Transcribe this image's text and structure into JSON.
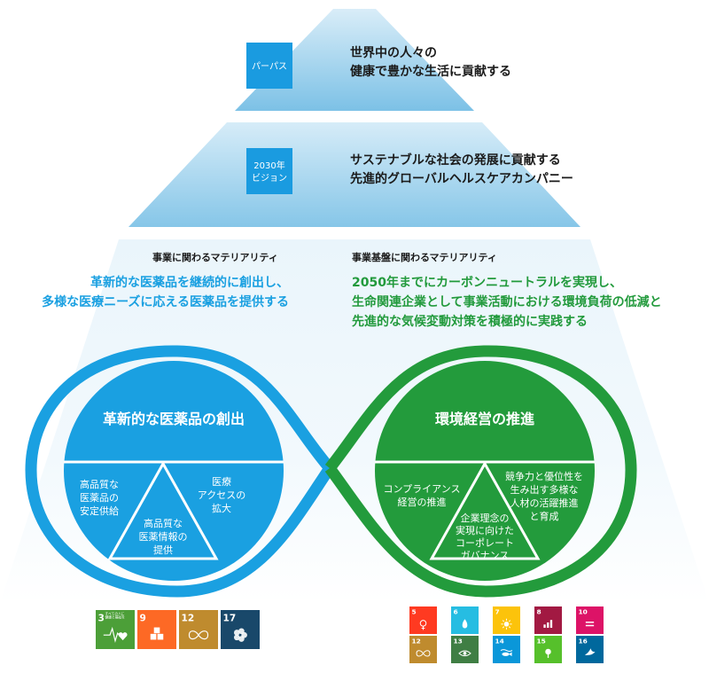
{
  "pyramid": {
    "purpose": {
      "tag": "パーパス",
      "lines": [
        "世界中の人々の",
        "健康で豊かな生活に貢献する"
      ]
    },
    "vision": {
      "tag_lines": [
        "2030年",
        "ビジョン"
      ],
      "lines": [
        "サステナブルな社会の発展に貢献する",
        "先進的グローバルヘルスケアカンパニー"
      ]
    }
  },
  "materiality": {
    "business": {
      "label": "事業に関わるマテリアリティ",
      "lines": [
        "革新的な医薬品を継続的に創出し、",
        "多様な医療ニーズに応える医薬品を提供する"
      ]
    },
    "foundation": {
      "label": "事業基盤に関わるマテリアリティ",
      "lines": [
        "2050年までにカーボンニュートラルを実現し、",
        "生命関連企業として事業活動における環境負荷の低減と",
        "先進的な気候変動対策を積極的に実践する"
      ]
    }
  },
  "left_circle": {
    "title": "革新的な医薬品の創出",
    "left_seg": [
      "高品質な",
      "医薬品の",
      "安定供給"
    ],
    "right_seg": [
      "医療",
      "アクセスの",
      "拡大"
    ],
    "bottom_seg": [
      "高品質な",
      "医薬情報の",
      "提供"
    ]
  },
  "right_circle": {
    "title": "環境経営の推進",
    "left_seg": [
      "コンプライアンス",
      "経営の推進"
    ],
    "right_seg": [
      "競争力と優位性を",
      "生み出す多様な",
      "人材の活躍推進",
      "と育成"
    ],
    "bottom_seg": [
      "企業理念の",
      "実現に向けた",
      "コーポレート",
      "ガバナンス"
    ]
  },
  "sdg_left": [
    {
      "num": "3",
      "color": "#4c9f38",
      "icon": "heartbeat-icon",
      "caption": [
        "すべての人に",
        "健康と福祉を"
      ]
    },
    {
      "num": "9",
      "color": "#fd6925",
      "icon": "cubes-icon"
    },
    {
      "num": "12",
      "color": "#bf8b2e",
      "icon": "infinity-icon"
    },
    {
      "num": "17",
      "color": "#19486a",
      "icon": "flower-icon"
    }
  ],
  "sdg_right_top": [
    {
      "num": "5",
      "color": "#ff3a21",
      "icon": "gender-icon"
    },
    {
      "num": "6",
      "color": "#26bde2",
      "icon": "water-icon"
    },
    {
      "num": "7",
      "color": "#fcc30b",
      "icon": "sun-icon"
    },
    {
      "num": "8",
      "color": "#a21942",
      "icon": "growth-icon"
    },
    {
      "num": "10",
      "color": "#dd1367",
      "icon": "equality-icon"
    }
  ],
  "sdg_right_bottom": [
    {
      "num": "12",
      "color": "#bf8b2e",
      "icon": "infinity-icon"
    },
    {
      "num": "13",
      "color": "#3f7e44",
      "icon": "eye-icon"
    },
    {
      "num": "14",
      "color": "#0a97d9",
      "icon": "fish-icon"
    },
    {
      "num": "15",
      "color": "#56c02b",
      "icon": "tree-icon"
    },
    {
      "num": "16",
      "color": "#00689d",
      "icon": "dove-icon"
    }
  ]
}
